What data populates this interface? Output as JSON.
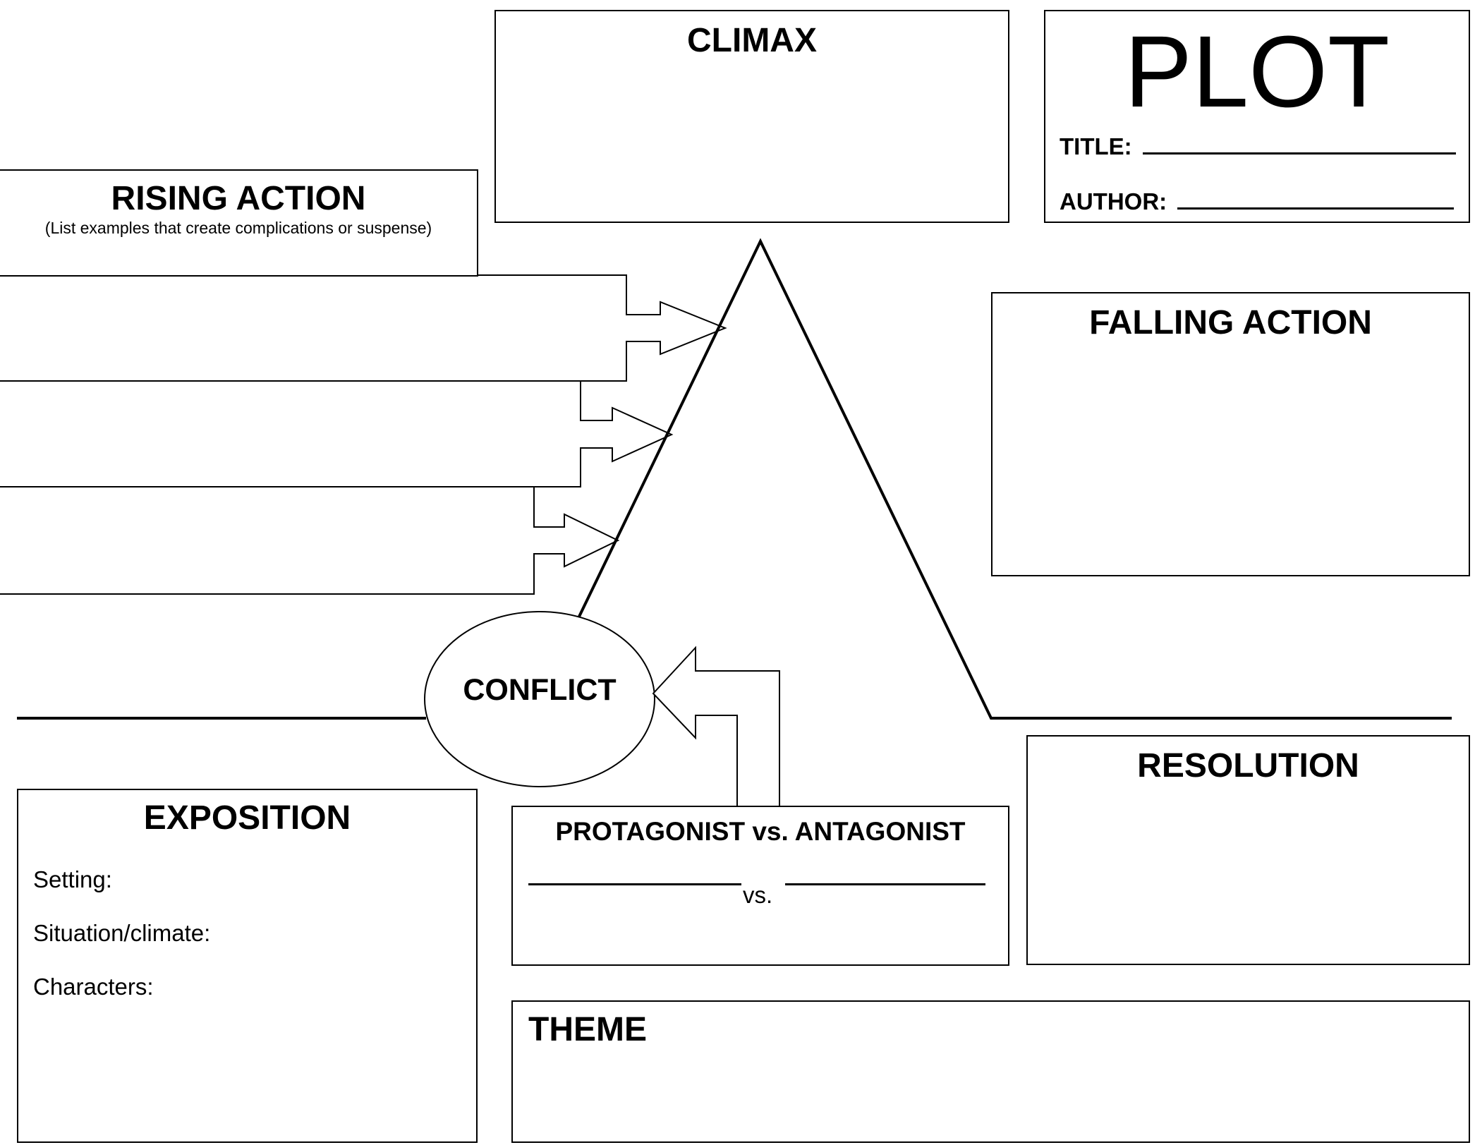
{
  "climax": {
    "heading": "CLIMAX"
  },
  "plot_card": {
    "title": "PLOT",
    "title_field_label": "TITLE:",
    "author_field_label": "AUTHOR:"
  },
  "rising_action": {
    "heading": "RISING ACTION",
    "subheading": "(List examples that create complications or suspense)"
  },
  "falling_action": {
    "heading": "FALLING ACTION"
  },
  "conflict": {
    "label": "CONFLICT"
  },
  "resolution": {
    "heading": "RESOLUTION"
  },
  "exposition": {
    "heading": "EXPOSITION",
    "fields": [
      "Setting:",
      "Situation/climate:",
      "Characters:"
    ]
  },
  "protagonist_antagonist": {
    "heading": "PROTAGONIST vs. ANTAGONIST",
    "vs_label": "vs."
  },
  "theme": {
    "heading": "THEME"
  }
}
